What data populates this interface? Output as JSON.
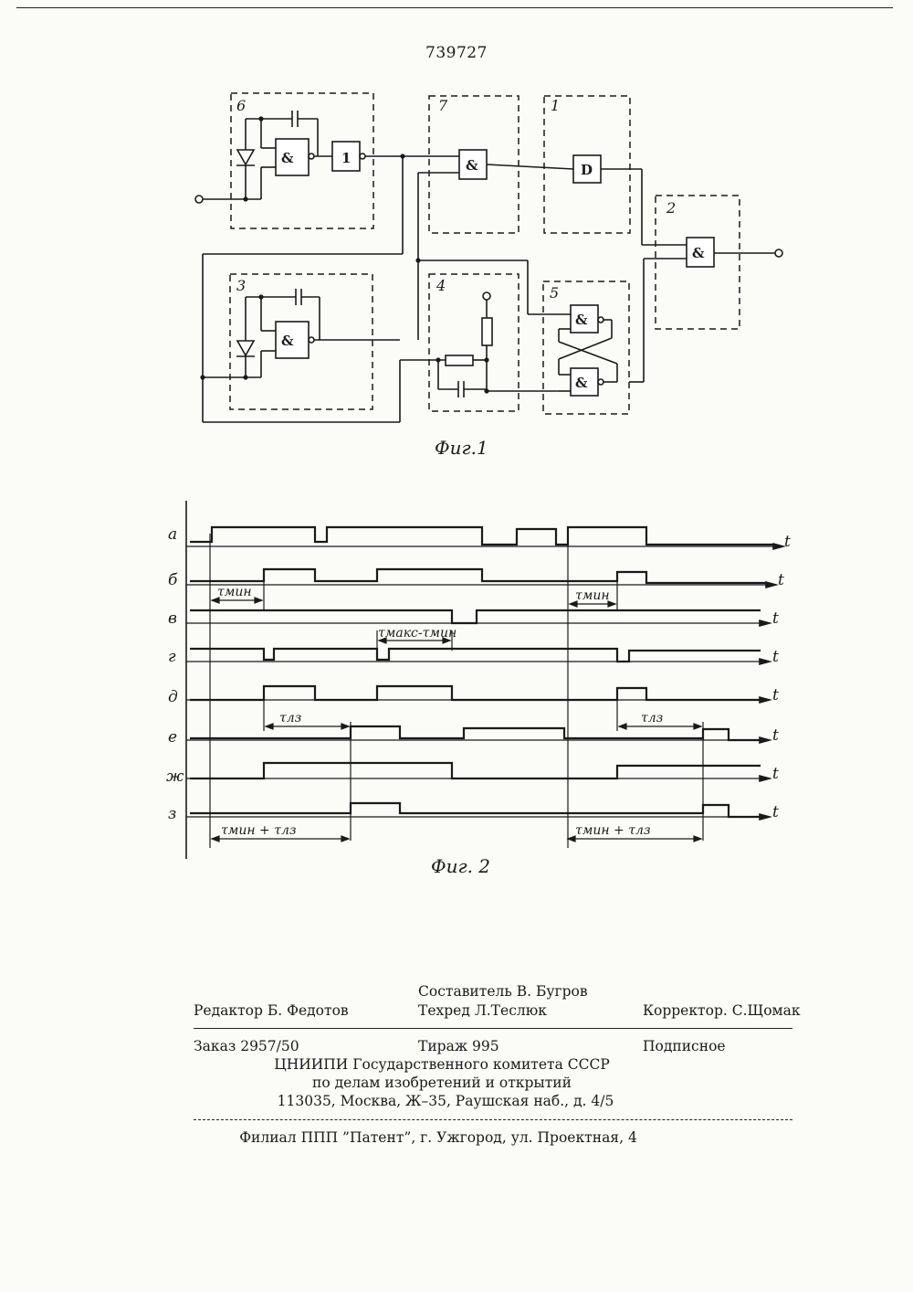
{
  "document": {
    "patent_number": "739727"
  },
  "figure1": {
    "caption": "Фиг.1",
    "blocks": [
      {
        "id": "6",
        "label": "6"
      },
      {
        "id": "7",
        "label": "7"
      },
      {
        "id": "1",
        "label": "1"
      },
      {
        "id": "2",
        "label": "2"
      },
      {
        "id": "3",
        "label": "3"
      },
      {
        "id": "4",
        "label": "4"
      },
      {
        "id": "5",
        "label": "5"
      }
    ],
    "gate_and": "&",
    "gate_one": "1",
    "gate_d": "D"
  },
  "figure2": {
    "caption": "Фиг. 2",
    "time_label": "t",
    "rows": [
      {
        "label": "а"
      },
      {
        "label": "б"
      },
      {
        "label": "в"
      },
      {
        "label": "г"
      },
      {
        "label": "д"
      },
      {
        "label": "е"
      },
      {
        "label": "ж"
      },
      {
        "label": "з"
      }
    ],
    "intervals": {
      "tau_min": "τмин",
      "tau_max_min": "τмакс-τмин",
      "tau_lz": "τлз",
      "tau_min_lz": "τмин + τлз"
    }
  },
  "footer": {
    "compiler": "Составитель В. Бугров",
    "editor": "Редактор Б. Федотов",
    "techred": "Техред Л.Теслюк",
    "corrector": "Корректор. С.Щомак",
    "order": "Заказ 2957/50",
    "circulation": "Тираж 995",
    "subscription": "Подписное",
    "org_line1": "ЦНИИПИ Государственного комитета СССР",
    "org_line2": "по делам изобретений и открытий",
    "address": "113035, Москва, Ж–35, Раушская наб., д. 4/5",
    "branch": "Филиал ППП ”Патент”, г. Ужгород, ул. Проектная, 4"
  }
}
